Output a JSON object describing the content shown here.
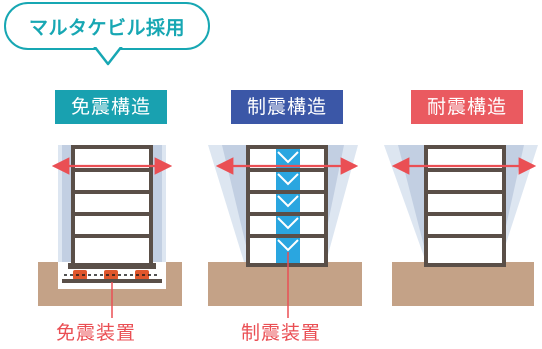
{
  "header": {
    "bubble_text": "マルタケビル採用"
  },
  "structures": [
    {
      "label": "免震構造",
      "color": "#19a1b0"
    },
    {
      "label": "制震構造",
      "color": "#3b57a7"
    },
    {
      "label": "耐震構造",
      "color": "#ea5a60"
    }
  ],
  "captions": {
    "menshin_device": "免震装置",
    "seishin_device": "制震装置"
  },
  "colors": {
    "accent_teal": "#17a7b3",
    "arrow_red": "#ea4f54",
    "ground": "#c4a287",
    "building": "#5a4f48",
    "sway_light": "#dde6f1",
    "sway_dark": "#c2cfe2",
    "damper_blue": "#2aa6e0"
  }
}
